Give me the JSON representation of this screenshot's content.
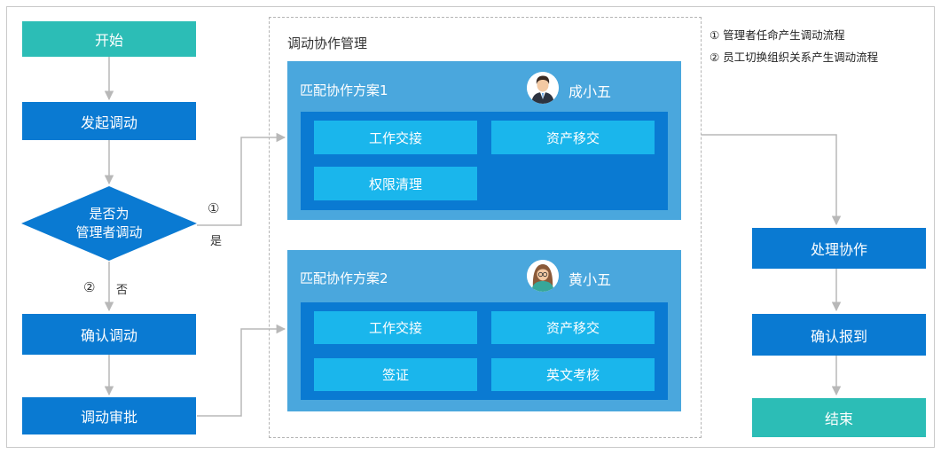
{
  "flow": {
    "start": "开始",
    "initiate": "发起调动",
    "decision_line1": "是否为",
    "decision_line2": "管理者调动",
    "confirm": "确认调动",
    "approve": "调动审批",
    "process": "处理协作",
    "confirm_report": "确认报到",
    "end": "结束"
  },
  "edges": {
    "marker_1": "①",
    "yes": "是",
    "marker_2": "②",
    "no": "否"
  },
  "group": {
    "title": "调动协作管理",
    "plans": [
      {
        "title": "匹配协作方案1",
        "user": "成小五",
        "tasks": [
          "工作交接",
          "资产移交",
          "权限清理"
        ]
      },
      {
        "title": "匹配协作方案2",
        "user": "黄小五",
        "tasks": [
          "工作交接",
          "资产移交",
          "签证",
          "英文考核"
        ]
      }
    ]
  },
  "legend": {
    "item1": "① 管理者任命产生调动流程",
    "item2": "② 员工切换组织关系产生调动流程"
  },
  "colors": {
    "teal": "#2cbdb6",
    "blue": "#0a7ad2",
    "plan_bg": "#4aa7dd",
    "task_bg": "#1ab6ec",
    "connector": "#b8b8b8"
  }
}
